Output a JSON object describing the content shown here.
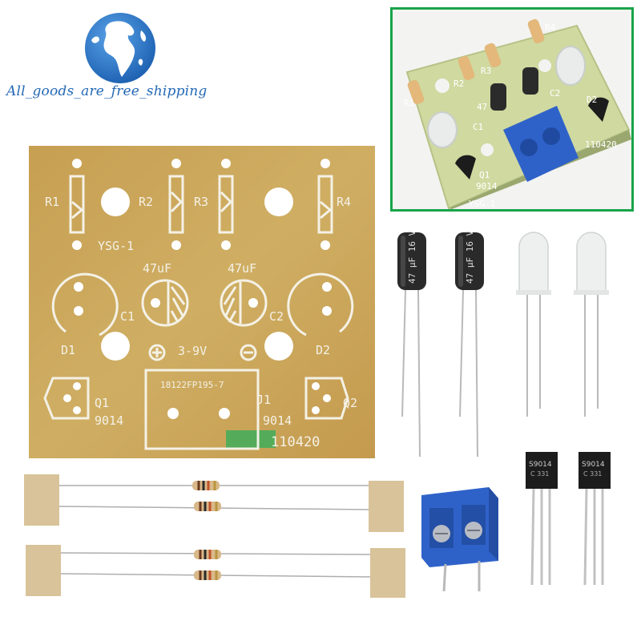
{
  "logo": {
    "text": "All_goods_are_free_shipping"
  },
  "pcb": {
    "labels": {
      "r1": "R1",
      "r2": "R2",
      "r3": "R3",
      "r4": "R4",
      "board": "YSG-1",
      "c1_value": "47uF",
      "c2_value": "47uF",
      "c1": "C1",
      "c2": "C2",
      "d1": "D1",
      "d2": "D2",
      "power": "3-9V",
      "chip": "18122FP195-7",
      "j1": "J1",
      "q1": "Q1",
      "q2": "Q2",
      "q1_type": "9014",
      "q2_type": "9014",
      "date": "110420"
    }
  },
  "inset": {
    "labels": {
      "r1": "R1",
      "r2": "R2",
      "r3": "R3",
      "r4": "R4",
      "c1": "C1",
      "c2": "C2",
      "d2": "D2",
      "q1": "Q1",
      "q1_type": "9014",
      "board": "YSG-1",
      "date": "110420",
      "cap_value": "47"
    }
  },
  "components": {
    "capacitor_label": "47 µF 16 V",
    "transistor_label": "S9014",
    "transistor_code": "C 331"
  },
  "colors": {
    "pcb": "#c9a455",
    "silkscreen": "#f4f1e6",
    "inset_border": "#18a34a",
    "logo_blue": "#2469b5",
    "terminal_blue": "#2f62c9"
  }
}
